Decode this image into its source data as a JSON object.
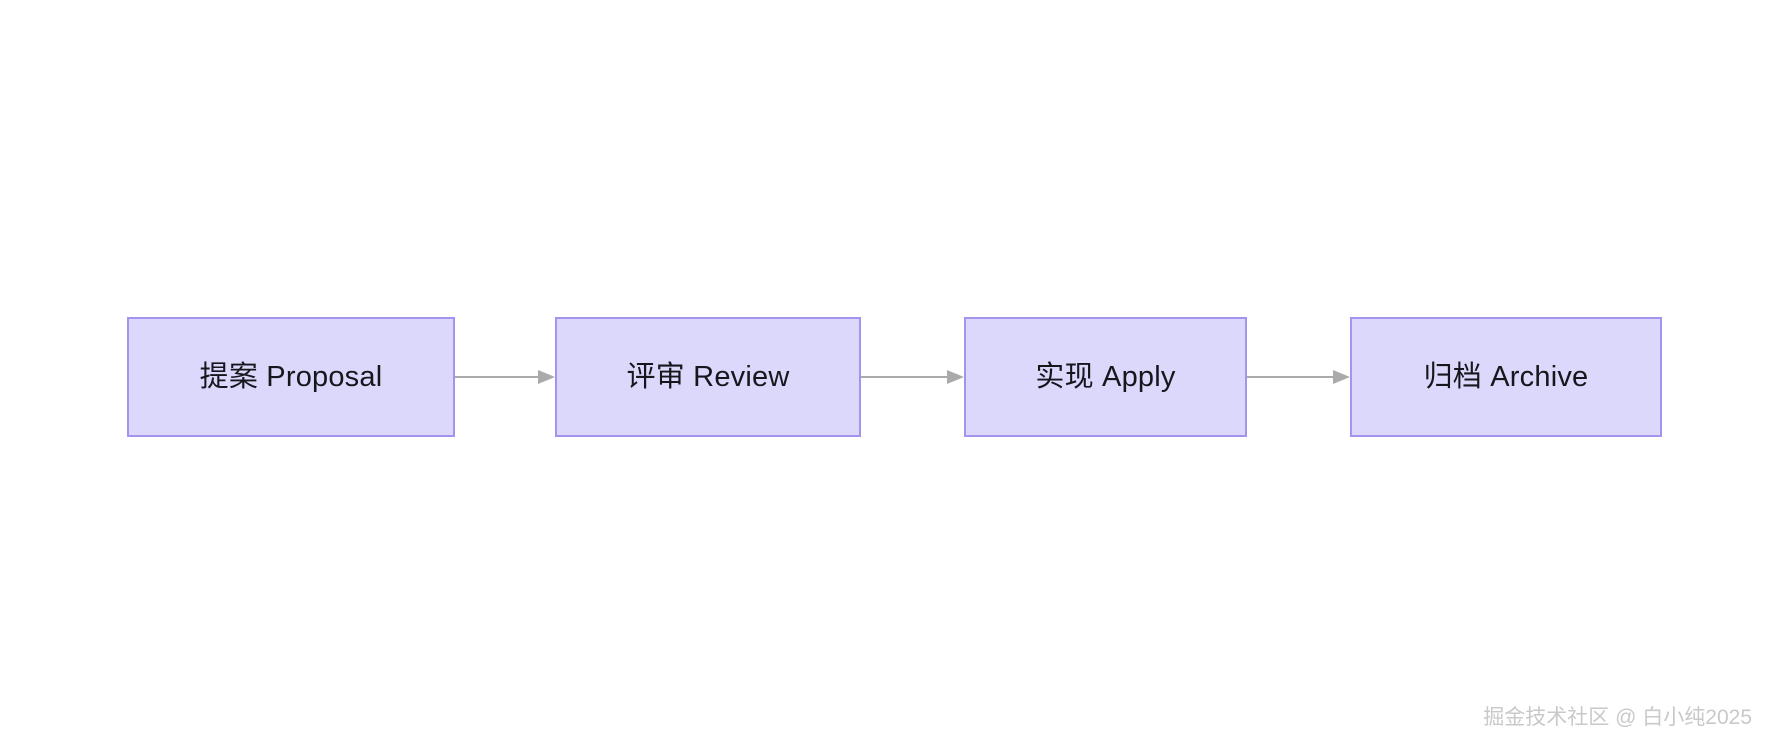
{
  "diagram": {
    "type": "flowchart",
    "orientation": "left-to-right",
    "background_color": "#ffffff",
    "node_fill_color": "#dcd8fb",
    "node_border_color": "#a294ef",
    "node_text_color": "#16161d",
    "connector_color": "#aaaaaa",
    "nodes": [
      {
        "id": "proposal",
        "label": "提案 Proposal"
      },
      {
        "id": "review",
        "label": "评审 Review"
      },
      {
        "id": "apply",
        "label": "实现 Apply"
      },
      {
        "id": "archive",
        "label": "归档 Archive"
      }
    ],
    "edges": [
      {
        "from": "proposal",
        "to": "review",
        "label": ""
      },
      {
        "from": "review",
        "to": "apply",
        "label": ""
      },
      {
        "from": "apply",
        "to": "archive",
        "label": ""
      }
    ]
  },
  "watermark": {
    "text": "掘金技术社区 @ 白小纯2025",
    "color": "#c9c9cc"
  }
}
